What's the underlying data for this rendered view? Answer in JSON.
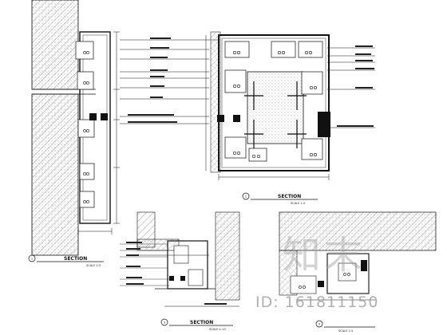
{
  "sections": {
    "a": {
      "title": "SECTION",
      "scale": "SCALE 1:5",
      "number": "1"
    },
    "b": {
      "title": "SECTION",
      "scale": "SCALE 1:5",
      "number": "2"
    },
    "c": {
      "title": "SECTION",
      "scale": "SCALE 1:10",
      "number": "3"
    },
    "d": {
      "title": "SECTION",
      "scale": "SCALE 1:5",
      "number": "4"
    }
  },
  "watermark": {
    "glyphs": "知末",
    "id_text": "ID: 161811150"
  },
  "colors": {
    "ink": "#111111",
    "hatch": "#555555",
    "watermark": "#a0a0a0"
  }
}
